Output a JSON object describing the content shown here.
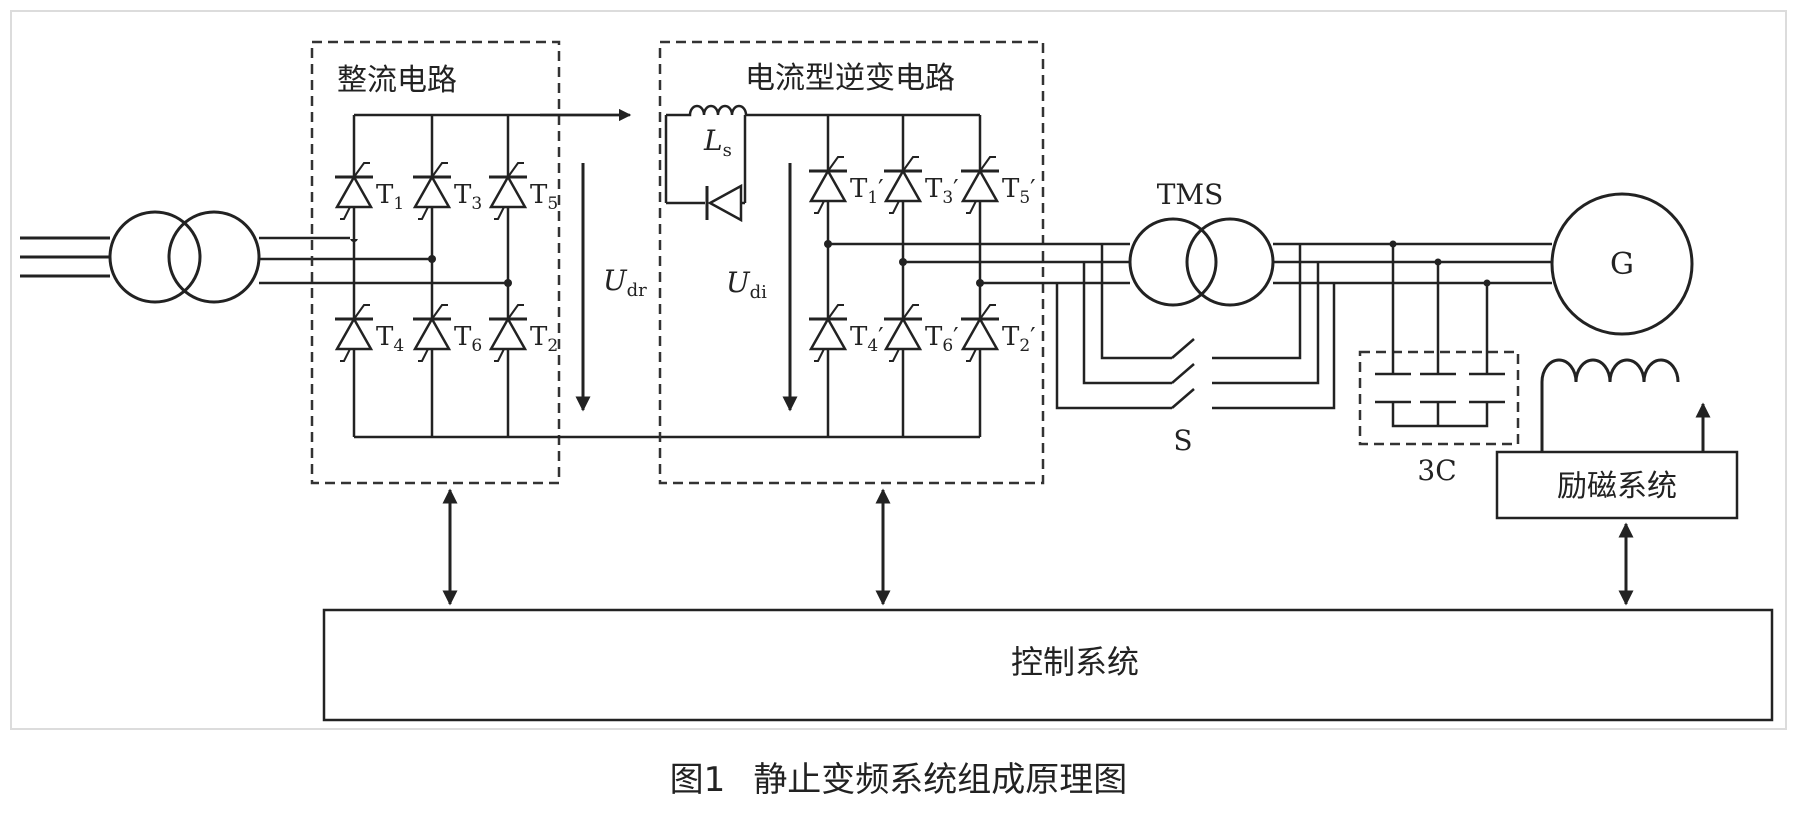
{
  "labels": {
    "rectifier_title": "整流电路",
    "inverter_title": "电流型逆变电路",
    "ls": "L",
    "ls_sub": "s",
    "udr": "U",
    "udr_sub": "dr",
    "udi": "U",
    "udi_sub": "di",
    "tms": "TMS",
    "switch": "S",
    "capacitor": "3C",
    "generator": "G",
    "excitation": "励磁系统",
    "control": "控制系统"
  },
  "thyristors": {
    "rectifier": [
      {
        "name": "T",
        "sub": "1",
        "prime": ""
      },
      {
        "name": "T",
        "sub": "3",
        "prime": ""
      },
      {
        "name": "T",
        "sub": "5",
        "prime": ""
      },
      {
        "name": "T",
        "sub": "4",
        "prime": ""
      },
      {
        "name": "T",
        "sub": "6",
        "prime": ""
      },
      {
        "name": "T",
        "sub": "2",
        "prime": ""
      }
    ],
    "inverter": [
      {
        "name": "T",
        "sub": "1",
        "prime": "′"
      },
      {
        "name": "T",
        "sub": "3",
        "prime": "′"
      },
      {
        "name": "T",
        "sub": "5",
        "prime": "′"
      },
      {
        "name": "T",
        "sub": "4",
        "prime": "′"
      },
      {
        "name": "T",
        "sub": "6",
        "prime": "′"
      },
      {
        "name": "T",
        "sub": "2",
        "prime": "′"
      }
    ]
  },
  "caption": {
    "number": "图1",
    "title": "静止变频系统组成原理图"
  },
  "colors": {
    "line": "#222222",
    "dash": "#333333",
    "frame": "#dcdcdc"
  }
}
